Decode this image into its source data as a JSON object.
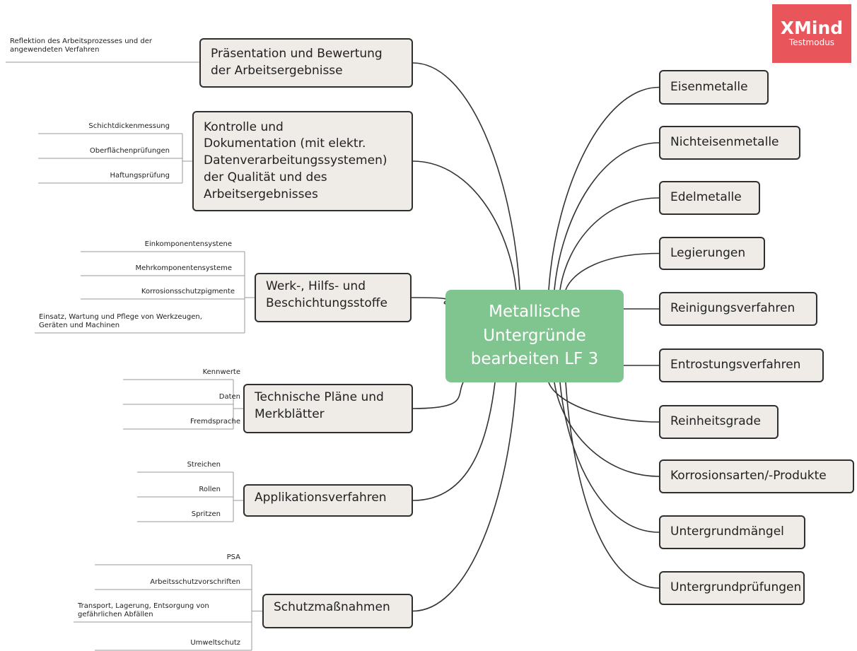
{
  "central_topic": "Metallische\nUntergründe\nbearbeiten LF 3",
  "watermark": {
    "brand": "XMind",
    "mode": "Testmodus"
  },
  "right_topics": [
    "Eisenmetalle",
    "Nichteisenmetalle",
    "Edelmetalle",
    "Legierungen",
    "Reinigungsverfahren",
    "Entrostungsverfahren",
    "Reinheitsgrade",
    "Korrosionsarten/-Produkte",
    "Untergrundmängel",
    "Untergrundprüfungen"
  ],
  "left_topics": [
    {
      "label": "Präsentation und Bewertung\nder Arbeitsergebnisse",
      "subtopics": [
        "Reflektion des Arbeitsprozesses und der\nangewendeten Verfahren"
      ]
    },
    {
      "label": "Kontrolle und\nDokumentation (mit elektr.\nDatenverarbeitungssystemen)\n der Qualität und des\nArbeitsergebnisses",
      "subtopics": [
        "Schichtdickenmessung",
        "Oberflächenprüfungen",
        "Haftungsprüfung"
      ]
    },
    {
      "label": "Werk-, Hilfs- und\nBeschichtungsstoffe",
      "subtopics": [
        "Einkomponentensystene",
        "Mehrkomponentensysteme",
        "Korrosionsschutzpigmente",
        "Einsatz, Wartung und Pflege von Werkzeugen,\nGeräten und Machinen"
      ]
    },
    {
      "label": "Technische Pläne und\nMerkblätter",
      "subtopics": [
        "Kennwerte",
        "Daten",
        "Fremdsprache"
      ]
    },
    {
      "label": "Applikationsverfahren",
      "subtopics": [
        "Streichen",
        "Rollen",
        "Spritzen"
      ]
    },
    {
      "label": "Schutzmaßnahmen",
      "subtopics": [
        "PSA",
        "Arbeitsschutzvorschriften",
        "Transport, Lagerung, Entsorgung von\ngefährlichen Abfällen",
        "Umweltschutz"
      ]
    }
  ],
  "colors": {
    "central_fill": "#80c490",
    "topic_fill": "#efebe7",
    "topic_border": "#2f2f2f",
    "line": "#333333",
    "badge": "#e8555b"
  }
}
